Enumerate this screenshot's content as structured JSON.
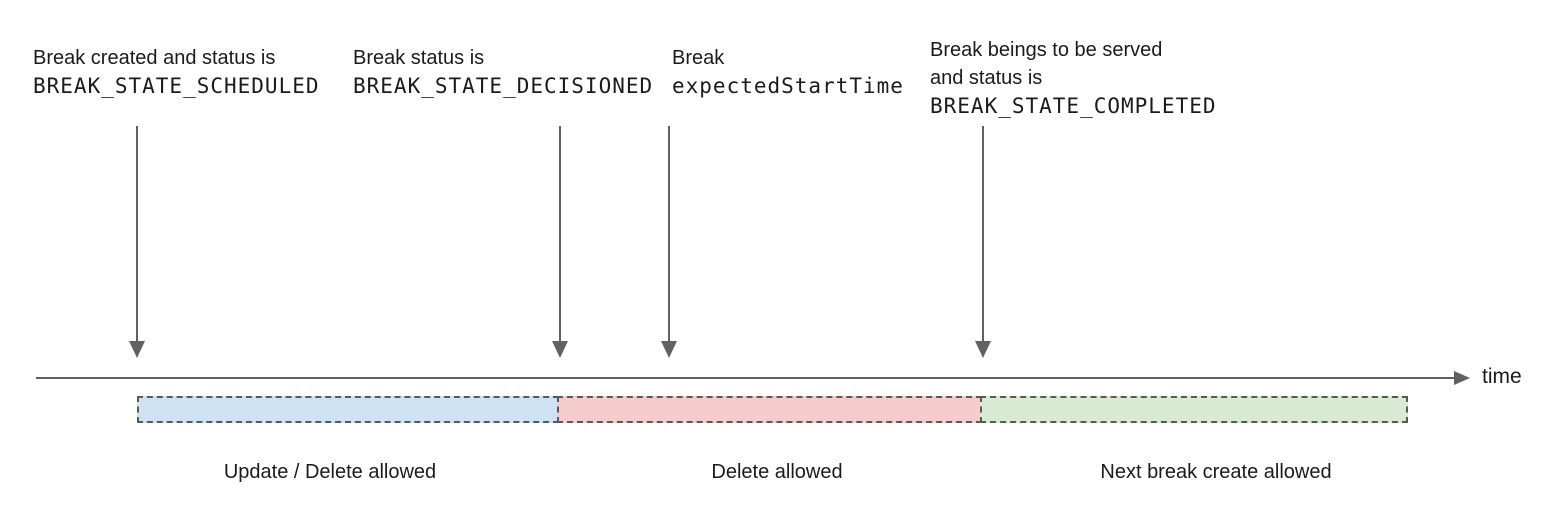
{
  "diagram": {
    "annotations": [
      {
        "line1": "Break created and status is",
        "line2": "BREAK_STATE_SCHEDULED"
      },
      {
        "line1": "Break status is",
        "line2": "BREAK_STATE_DECISIONED"
      },
      {
        "line1": "Break",
        "line2": "expectedStartTime"
      },
      {
        "line1": "Break beings to be served",
        "line2": "and status is",
        "line3": "BREAK_STATE_COMPLETED"
      }
    ],
    "timeline": {
      "axis_label": "time"
    },
    "segments": [
      {
        "label": "Update / Delete allowed",
        "fill": "#cfe2f3"
      },
      {
        "label": "Delete allowed",
        "fill": "#f4cccc"
      },
      {
        "label": "Next break create allowed",
        "fill": "#d9ead3"
      }
    ],
    "colors": {
      "arrow_line": "#616161",
      "segment_border": "#595959",
      "text": "#1b1b1b",
      "background": "#ffffff"
    }
  }
}
